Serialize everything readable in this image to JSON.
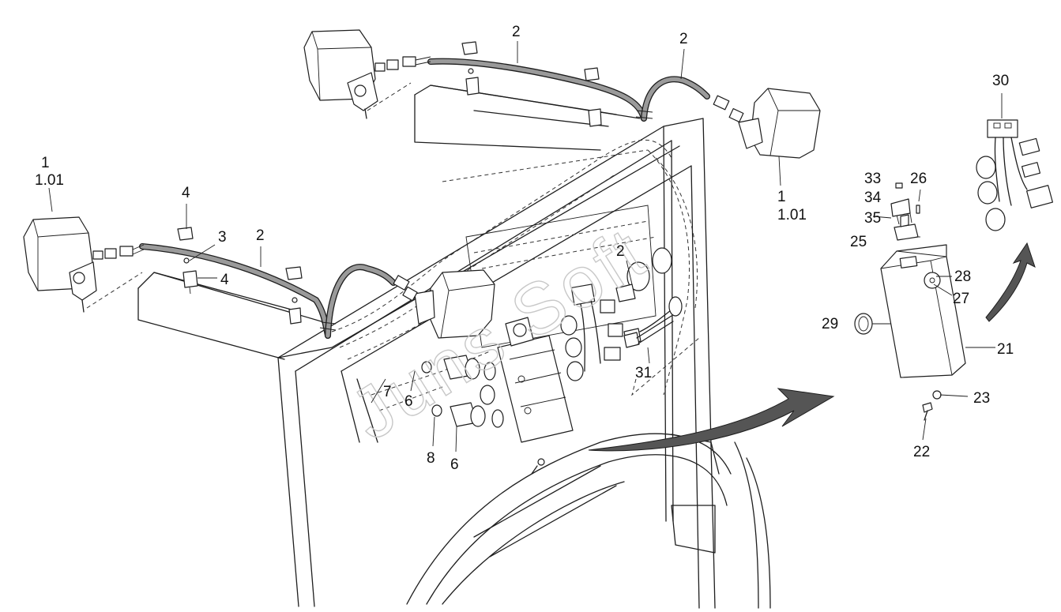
{
  "diagram": {
    "callouts": {
      "lamp_left": [
        "1",
        "1.01"
      ],
      "lamp_right": [
        "1",
        "1.01"
      ],
      "cable_top_1": "2",
      "cable_top_2": "2",
      "cable_left": "2",
      "cable_center": "2",
      "screw": "3",
      "clip_a": "4",
      "clip_b": "4",
      "socket_a": "6",
      "socket_b": "6",
      "plug": "7",
      "cap": "8",
      "housing": "21",
      "bolt": "22",
      "washer": "23",
      "switch": "25",
      "pin": "26",
      "nut": "27",
      "sleeve": "28",
      "grommet": "29",
      "harness": "30",
      "connector": "31",
      "rocker_cap": [
        "33",
        "34"
      ],
      "rocker_frame": "35"
    },
    "watermark": "Juns Soft",
    "icons": [
      "arrow-curved-icon",
      "arrow-curved-small-icon"
    ],
    "colors": {
      "line": "#1e1e1e",
      "cable_fill": "#9a9a9a",
      "arrow_fill": "#555555",
      "watermark": "#c8c8c8"
    }
  }
}
